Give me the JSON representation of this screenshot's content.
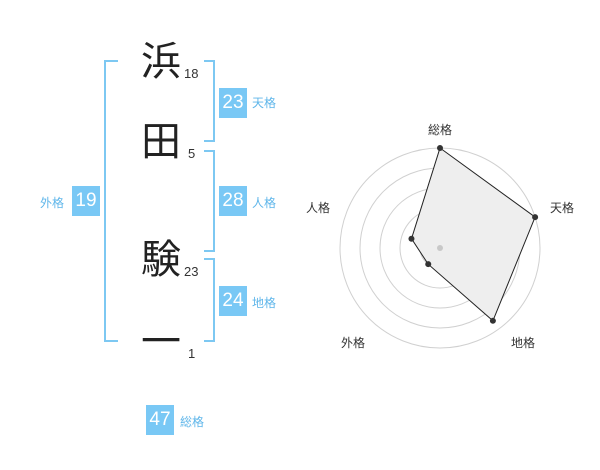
{
  "name_chars": [
    {
      "char": "浜",
      "strokes": "18"
    },
    {
      "char": "田",
      "strokes": "5"
    },
    {
      "char": "験",
      "strokes": "23"
    },
    {
      "char": "一",
      "strokes": "1"
    }
  ],
  "fortunes": {
    "tenkaku": {
      "label": "天格",
      "value": "23"
    },
    "jinkaku": {
      "label": "人格",
      "value": "28"
    },
    "chikaku": {
      "label": "地格",
      "value": "24"
    },
    "gaikaku": {
      "label": "外格",
      "value": "19"
    },
    "soukaku": {
      "label": "総格",
      "value": "47"
    }
  },
  "colors": {
    "accent": "#79c8f5",
    "bracket": "#7dc8f2",
    "fill": "#eeeeee"
  },
  "chart_data": {
    "type": "radar",
    "axes": [
      "総格",
      "天格",
      "地格",
      "外格",
      "人格"
    ],
    "rings": 5,
    "values": [
      5,
      5,
      4.5,
      1,
      1.5
    ],
    "max": 5
  }
}
